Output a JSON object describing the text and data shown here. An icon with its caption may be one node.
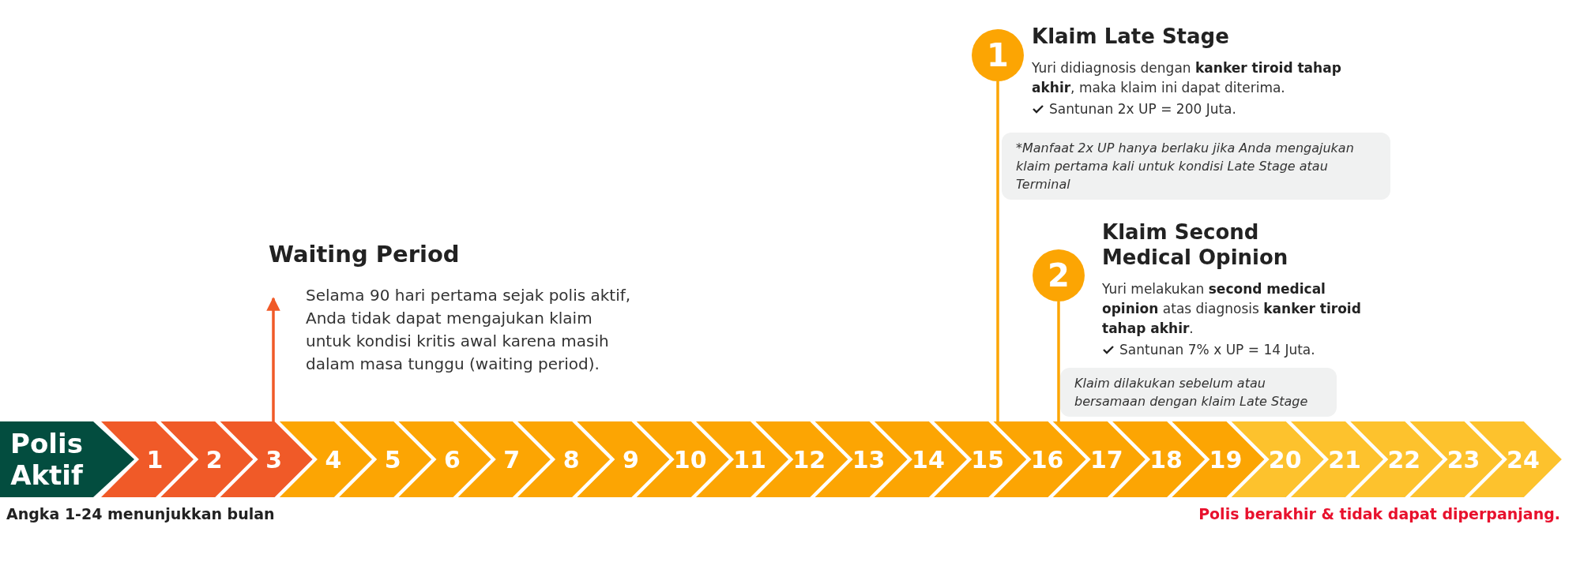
{
  "diagram": {
    "nodes": [
      {
        "text": [
          "Polis Aktif"
        ]
      },
      {
        "text": [
          "1"
        ]
      },
      {
        "text": [
          "2"
        ]
      },
      {
        "text": [
          "3"
        ]
      },
      {
        "text": [
          "4"
        ]
      },
      {
        "text": [
          "5"
        ]
      },
      {
        "text": [
          "6"
        ]
      },
      {
        "text": [
          "7"
        ]
      },
      {
        "text": [
          "8"
        ]
      },
      {
        "text": [
          "9"
        ]
      },
      {
        "text": [
          "10"
        ]
      },
      {
        "text": [
          "11"
        ]
      },
      {
        "text": [
          "12"
        ]
      },
      {
        "text": [
          "13"
        ]
      },
      {
        "text": [
          "14"
        ]
      },
      {
        "text": [
          "15"
        ]
      },
      {
        "text": [
          "16"
        ]
      },
      {
        "text": [
          "17"
        ]
      },
      {
        "text": [
          "18"
        ]
      },
      {
        "text": [
          "19"
        ]
      },
      {
        "text": [
          "20"
        ]
      },
      {
        "text": [
          "21"
        ]
      },
      {
        "text": [
          "22"
        ]
      },
      {
        "text": [
          "23"
        ]
      },
      {
        "text": [
          "24"
        ]
      },
      {
        "text": [
          "Waiting Period",
          "Selama 90 hari pertama sejak polis aktif, Anda tidak dapat mengajukan klaim untuk kondisi kritis awal karena masih dalam masa tunggu (waiting period)."
        ]
      },
      {
        "text": [
          "1"
        ]
      },
      {
        "text": [
          "Klaim Late Stage",
          "Yuri didiagnosis dengan **kanker tiroid tahap akhir**, maka klaim ini dapat diterima.",
          "Santunan 2x UP = 200 Juta."
        ]
      },
      {
        "text": [
          "*Manfaat 2x UP hanya berlaku jika Anda mengajukan klaim pertama kali untuk kondisi Late Stage atau Terminal"
        ]
      },
      {
        "text": [
          "2"
        ]
      },
      {
        "text": [
          "Klaim Second Medical Opinion",
          "Yuri melakukan **second medical opinion** atas diagnosis **kanker tiroid tahap akhir**.",
          "Santunan 7% x UP = 14 Juta."
        ]
      },
      {
        "text": [
          "Klaim dilakukan sebelum atau bersamaan dengan klaim Late Stage"
        ]
      }
    ],
    "edges": [
      {
        "from": 3,
        "to": 25,
        "arrow": "to"
      },
      {
        "from": 26,
        "to": 15,
        "arrow": "none"
      },
      {
        "from": 29,
        "to": 16,
        "arrow": "none"
      }
    ],
    "labels": [
      "Angka 1-24 menunjukkan bulan",
      "Polis berakhir & tidak dapat diperpanjang."
    ]
  }
}
